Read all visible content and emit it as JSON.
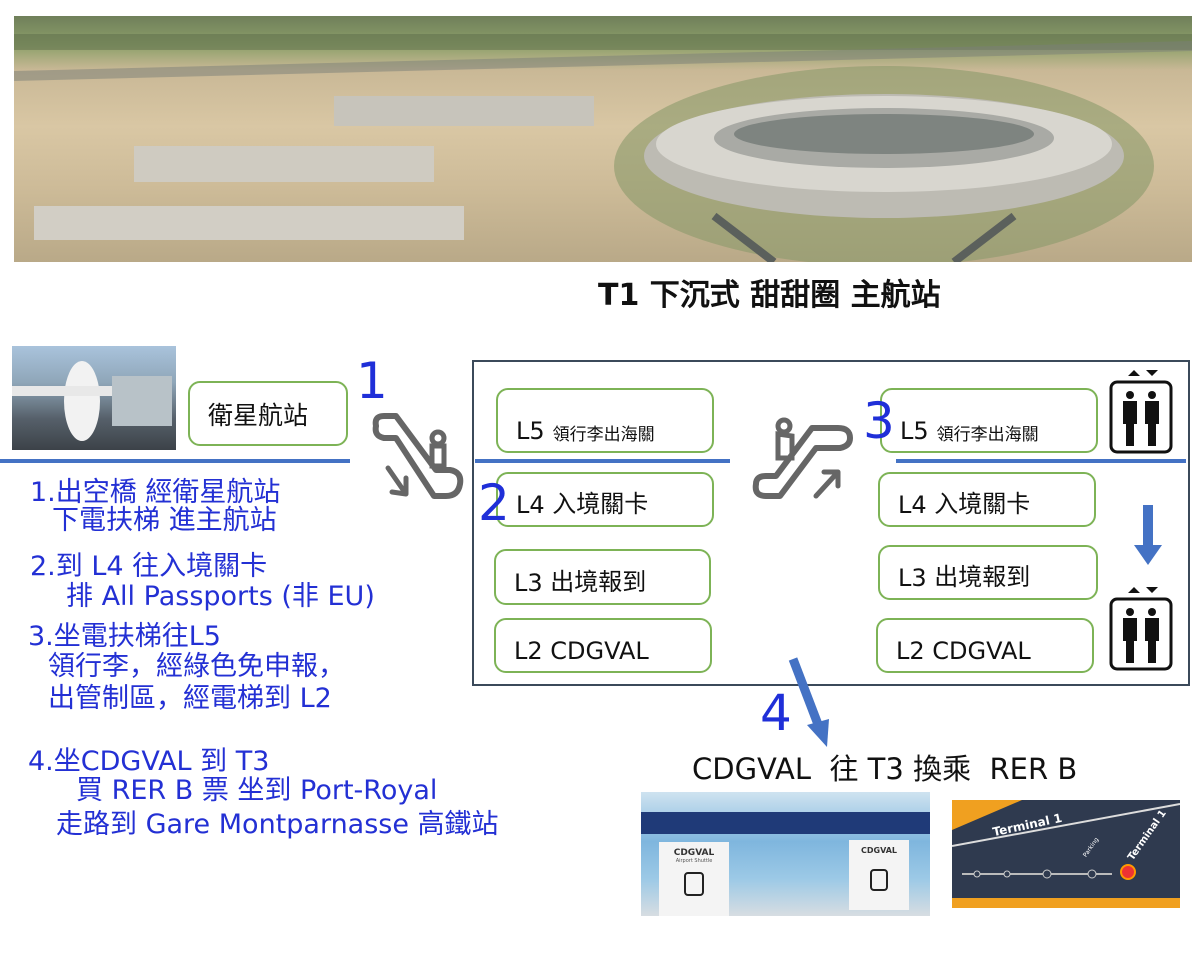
{
  "header": {
    "title": "T1 下沉式 甜甜圈 主航站"
  },
  "satellite": {
    "label": "衛星航站"
  },
  "step_numbers": [
    "1",
    "2",
    "3",
    "4"
  ],
  "left_levels": [
    {
      "level": "L5",
      "desc": "領行李出海關"
    },
    {
      "level": "L4",
      "desc": "入境關卡"
    },
    {
      "level": "L3",
      "desc": "出境報到"
    },
    {
      "level": "L2",
      "desc": "CDGVAL"
    }
  ],
  "right_levels": [
    {
      "level": "L5",
      "desc": "領行李出海關"
    },
    {
      "level": "L4",
      "desc": "入境關卡"
    },
    {
      "level": "L3",
      "desc": "出境報到"
    },
    {
      "level": "L2",
      "desc": "CDGVAL"
    }
  ],
  "transfer_caption": "CDGVAL  往 T3 換乘  RER B",
  "instructions": [
    {
      "lines": [
        "1.出空橋 經衛星航站",
        "下電扶梯 進主航站"
      ]
    },
    {
      "lines": [
        "2.到 L4 往入境關卡",
        "排 All Passports (非 EU)"
      ]
    },
    {
      "lines": [
        "3.坐電扶梯往L5",
        "領行李，經綠色免申報，",
        "出管制區，經電梯到 L2"
      ]
    },
    {
      "lines": [
        "4.坐CDGVAL 到 T3",
        "買 RER B 票 坐到 Port-Royal",
        "走路到 Gare Montparnasse 高鐵站"
      ]
    }
  ],
  "photo_signs": {
    "cdgval_sign": "CDGVAL",
    "cdgval_sub": "Airport Shuttle",
    "terminal_sign": "Terminal 1",
    "parking": "Parking"
  },
  "colors": {
    "accent_blue": "#4472c4",
    "text_blue": "#2330d4",
    "box_green": "#7db356",
    "frame": "#3b4a5a"
  }
}
